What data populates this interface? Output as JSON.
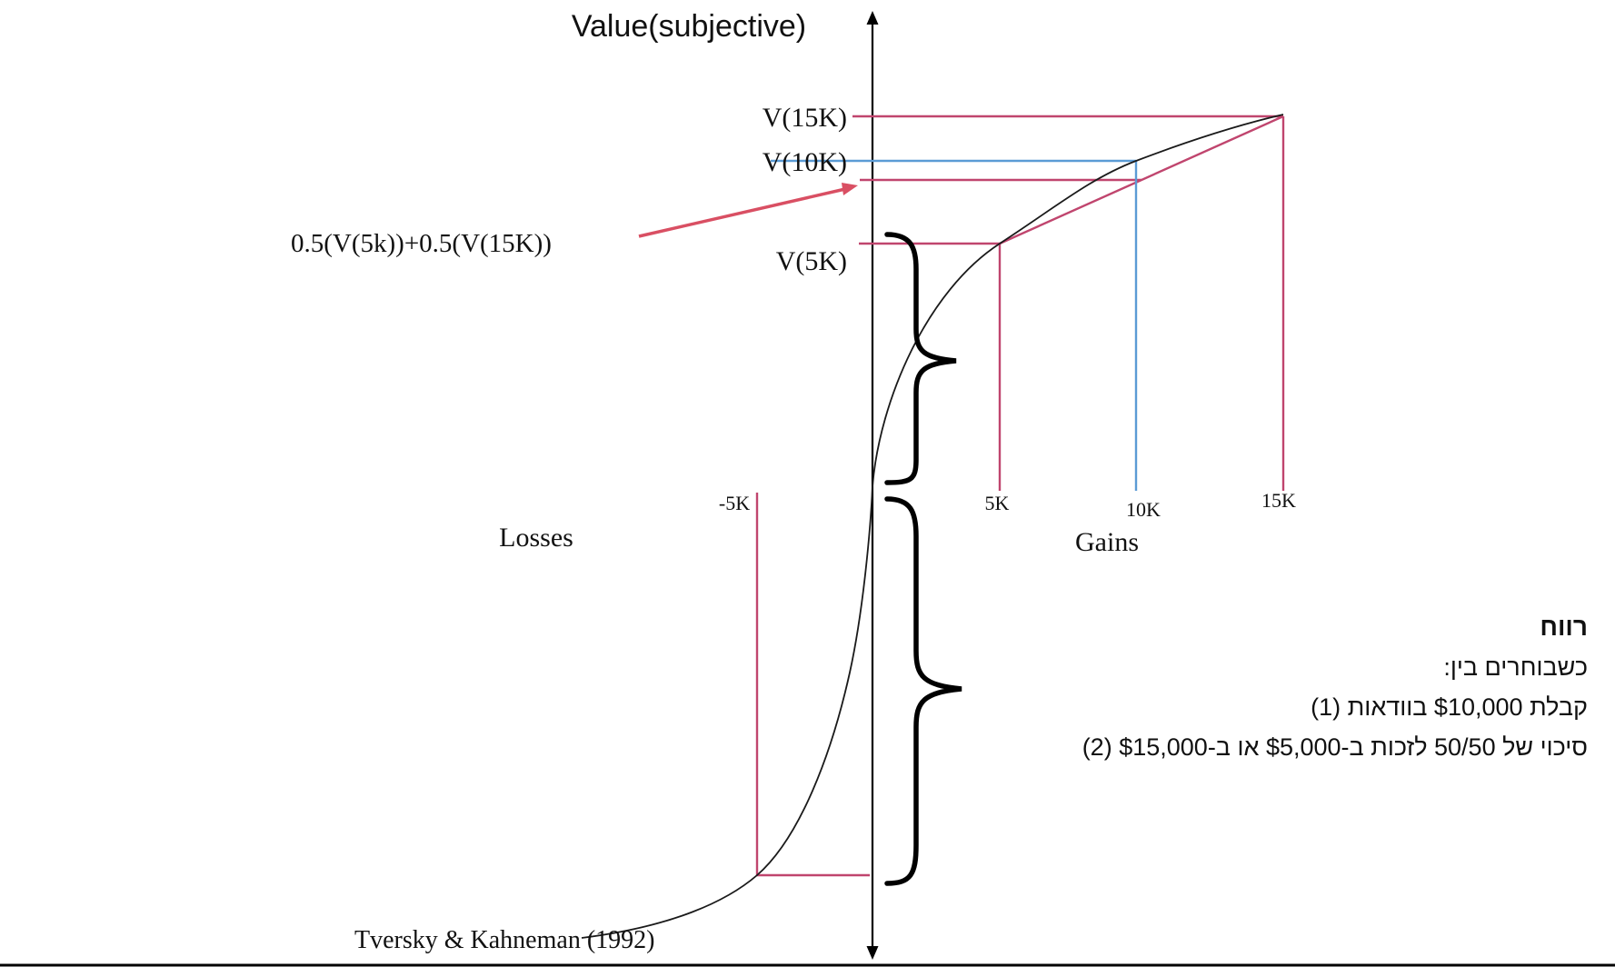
{
  "title": "Value(subjective)",
  "colors": {
    "curve": "#1a1a1a",
    "axis": "#000000",
    "accent_pink": "#c0456e",
    "accent_blue": "#5b9bd5",
    "arrow_red": "#d94f63"
  },
  "axis": {
    "y_title": "Value(subjective)",
    "x_positive_label": "Gains",
    "x_negative_label": "Losses",
    "ticks": {
      "neg5k": "-5K",
      "pos5k": "5K",
      "pos10k": "10K",
      "pos15k": "15K"
    }
  },
  "labels": {
    "v15": "V(15K)",
    "v10": "V(10K)",
    "v5": "V(5K)",
    "expected": "0.5(V(5k))+0.5(V(15K))",
    "source": "Tversky & Kahneman (1992)"
  },
  "note": {
    "heading": "רווח",
    "line1": "כשבוחרים בין:",
    "option1": {
      "num": "(1)",
      "text": "קבלת $10,000 בוודאות"
    },
    "option2": {
      "num": "(2)",
      "text": "סיכוי של 50/50 לזכות ב-$5,000 או ב-$15,000"
    }
  },
  "chart_data": {
    "type": "line",
    "title": "Value(subjective)",
    "xlabel": "Gains (positive x) / Losses (negative x)",
    "ylabel": "Value(subjective)",
    "x_ticks": [
      "-5K",
      "5K",
      "10K",
      "15K"
    ],
    "curve": {
      "name": "Prospect theory value function (S-shaped, concave for gains, convex and steeper for losses)",
      "points_relative_value": [
        {
          "x": -5000,
          "v": -1.6
        },
        {
          "x": 0,
          "v": 0
        },
        {
          "x": 5000,
          "v": 1.0
        },
        {
          "x": 10000,
          "v": 1.34
        },
        {
          "x": 15000,
          "v": 1.52
        }
      ]
    },
    "reference_lines": [
      {
        "name": "V(15K) level",
        "color": "pink",
        "at": "v(15K)"
      },
      {
        "name": "V(10K) level",
        "color": "blue",
        "at": "v(10K)"
      },
      {
        "name": "expected value of gamble",
        "color": "pink",
        "at": "0.5·v(5K)+0.5·v(15K)"
      },
      {
        "name": "V(5K) level",
        "color": "pink",
        "at": "v(5K)"
      },
      {
        "name": "v(-5K) level",
        "color": "pink",
        "at": "v(-5K)"
      },
      {
        "name": "chord from (5K,v(5K)) to (15K,v(15K))",
        "color": "pink"
      }
    ],
    "annotations": [
      "0.5(V(5k))+0.5(V(15K)) arrow pointing to axis between V(10K) and V(5K)",
      "curly brace spanning v(5K) gain magnitude",
      "larger curly brace spanning |v(-5K)| loss magnitude",
      "Tversky & Kahneman (1992)"
    ],
    "legend": "none",
    "grid": false
  }
}
